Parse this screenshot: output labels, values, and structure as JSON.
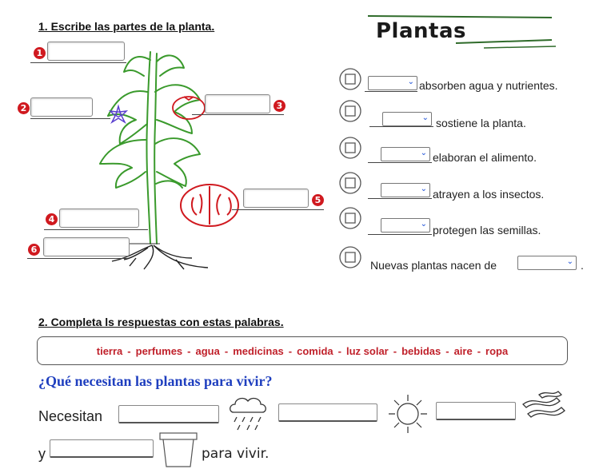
{
  "section1": {
    "heading": "1. Escribe las partes de la planta."
  },
  "title": "Plantas",
  "labels": {
    "n1": "1",
    "n2": "2",
    "n3": "3",
    "n4": "4",
    "n5": "5",
    "n6": "6"
  },
  "sentences": [
    {
      "text": "absorben agua y nutrientes."
    },
    {
      "text": "sostiene la planta."
    },
    {
      "text": "elaboran el alimento."
    },
    {
      "text": "atrayen a los insectos."
    },
    {
      "text": "protegen las semillas."
    },
    {
      "prefix": "Nuevas plantas nacen de",
      "suffix": "."
    }
  ],
  "section2": {
    "heading": "2. Completa ls respuestas con estas palabras."
  },
  "word_bank": [
    "tierra",
    "perfumes",
    "agua",
    "medicinas",
    "comida",
    "luz solar",
    "bebidas",
    "aire",
    "ropa"
  ],
  "word_sep": "-",
  "question": "¿Qué necesitan las plantas para vivir?",
  "answer_line": {
    "lead": "Necesitan",
    "y": "y",
    "tail": "para vivir."
  },
  "colors": {
    "accent_red": "#c0212b",
    "question_blue": "#1f3fbf",
    "plant_green": "#3a9a2c"
  }
}
